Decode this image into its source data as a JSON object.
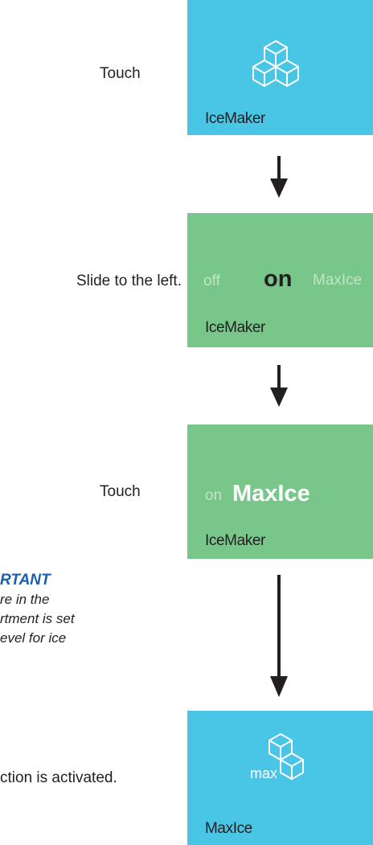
{
  "steps": [
    {
      "instruction": "Touch",
      "label": "IceMaker"
    },
    {
      "instruction": "Slide to the left.",
      "label": "IceMaker",
      "options": [
        "off",
        "on",
        "MaxIce"
      ]
    },
    {
      "instruction": "Touch",
      "label": "IceMaker",
      "options": [
        "on",
        "MaxIce"
      ]
    },
    {
      "instruction": "ction is activated.",
      "label": "MaxIce",
      "icon_text": "max"
    }
  ],
  "note": {
    "title": "RTANT",
    "lines": [
      "re in the",
      "rtment is set",
      "evel for ice"
    ]
  },
  "colors": {
    "blue_tile": "#49c6e5",
    "green_tile": "#78c68a",
    "note_title": "#1e5fa9"
  },
  "icons": [
    "ice-cubes-icon",
    "down-arrow-icon",
    "max-ice-cubes-icon"
  ]
}
